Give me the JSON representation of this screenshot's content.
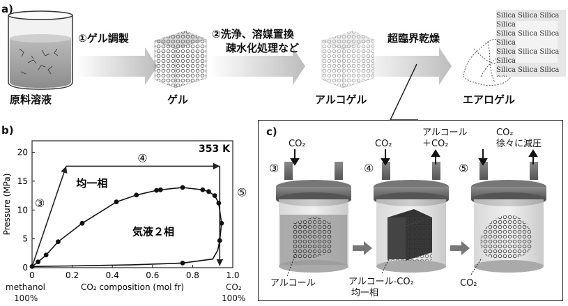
{
  "panel_a": {
    "label": "a)",
    "steps": [
      "原料溶液",
      "ゲル",
      "アルコゲル",
      "エアロゲル"
    ],
    "arrows": [
      "①ゲル調製",
      "②洗浄、溶媒置換",
      "疎水化処理など",
      "超臨界乾燥"
    ],
    "silica_text": "Silica"
  },
  "panel_b": {
    "label": "b)",
    "temperature": "353 K",
    "phase_one": "均一相",
    "phase_two": "気液２相",
    "circled": [
      "③",
      "④",
      "⑤"
    ],
    "x_left": "methanol",
    "x_left_pct": "100%",
    "x_right": "CO₂",
    "x_right_pct": "100%"
  },
  "panel_c": {
    "label": "c)",
    "co2": "CO₂",
    "alcohol_out_1": "アルコール",
    "alcohol_out_2": "＋CO₂",
    "depress_1": "CO₂",
    "depress_2": "徐々に減圧",
    "circled": [
      "③",
      "④",
      "⑤"
    ],
    "bottom_1": "アルコール",
    "bottom_2": "アルコール-CO₂",
    "bottom_2b": "均一相",
    "bottom_3": "CO₂"
  },
  "chart_data": {
    "type": "line",
    "xlabel": "CO₂ composition (mol fr)",
    "ylabel": "Pressure (MPa)",
    "xlim": [
      0,
      1.0
    ],
    "ylim": [
      0,
      22
    ],
    "xticks": [
      0,
      0.2,
      0.4,
      0.6,
      0.8,
      1.0
    ],
    "yticks": [
      0,
      5,
      10,
      15,
      20
    ],
    "series": [
      {
        "points": [
          [
            0,
            0.2
          ],
          [
            0.03,
            1.0
          ],
          [
            0.07,
            2.2
          ],
          [
            0.13,
            4.5
          ],
          [
            0.25,
            7.7
          ],
          [
            0.42,
            11.4
          ],
          [
            0.52,
            12.6
          ],
          [
            0.62,
            13.4
          ],
          [
            0.64,
            13.5
          ],
          [
            0.75,
            13.9
          ],
          [
            0.85,
            13.5
          ],
          [
            0.88,
            13.2
          ],
          [
            0.91,
            12.5
          ],
          [
            0.93,
            11.2
          ],
          [
            0.944,
            7.7
          ],
          [
            0.935,
            4.7
          ],
          [
            0.925,
            3.0
          ],
          [
            0.9,
            1.5
          ],
          [
            0.75,
            0.8
          ],
          [
            0.5,
            0.5
          ],
          [
            0.2,
            0.3
          ],
          [
            0,
            0.2
          ]
        ],
        "markers": [
          [
            0,
            0.2
          ],
          [
            0.03,
            1.0
          ],
          [
            0.07,
            2.2
          ],
          [
            0.13,
            4.5
          ],
          [
            0.25,
            7.7
          ],
          [
            0.42,
            11.4
          ],
          [
            0.52,
            12.6
          ],
          [
            0.62,
            13.4
          ],
          [
            0.64,
            13.5
          ],
          [
            0.75,
            13.9
          ],
          [
            0.85,
            13.5
          ],
          [
            0.88,
            13.2
          ],
          [
            0.91,
            12.5
          ],
          [
            0.93,
            11.2
          ],
          [
            0.944,
            7.7
          ],
          [
            0.935,
            4.7
          ],
          [
            0.75,
            0.8
          ]
        ]
      }
    ],
    "process_path": [
      [
        0.0,
        0.2
      ],
      [
        0.17,
        17.6
      ],
      [
        0.935,
        17.6
      ],
      [
        0.935,
        0.3
      ]
    ]
  }
}
